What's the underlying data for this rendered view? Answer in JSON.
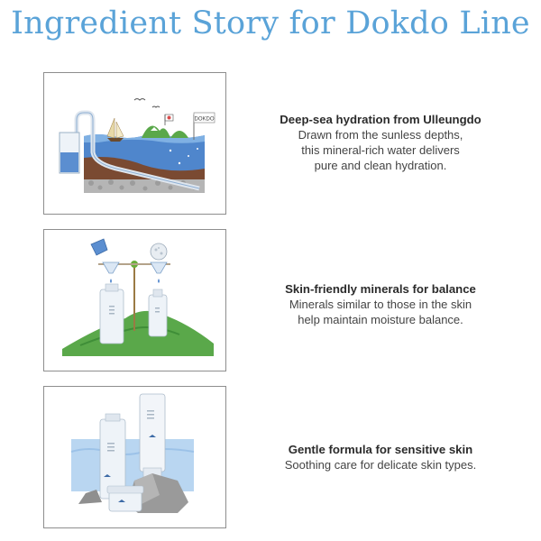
{
  "title": "Ingredient Story for Dokdo Line",
  "sections": [
    {
      "heading": "Deep-sea hydration from Ulleungdo",
      "lines": [
        "Drawn from the sunless depths,",
        "this mineral-rich water delivers",
        "pure and clean hydration."
      ],
      "flag_text": "DOKDO"
    },
    {
      "heading": "Skin-friendly minerals for balance",
      "lines": [
        "Minerals similar to those in the skin",
        "help maintain moisture balance."
      ]
    },
    {
      "heading": "Gentle formula for sensitive skin",
      "lines": [
        "Soothing care for delicate skin types."
      ]
    }
  ],
  "colors": {
    "title": "#5aa3d8",
    "water": "#5b8ed0",
    "earth": "#7a4a32",
    "grass": "#5aa84a",
    "rock": "#9a9a9a"
  }
}
